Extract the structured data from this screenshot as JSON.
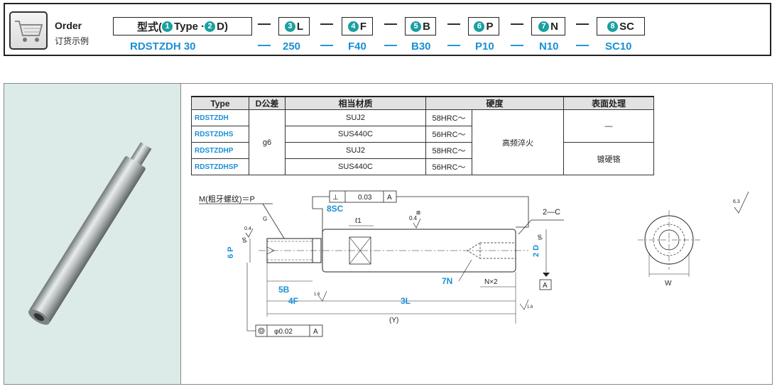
{
  "order": {
    "title": "Order",
    "subtitle": "订货示例",
    "codes": [
      {
        "label": "型式(",
        "circ1": "1",
        "mid": "Type · ",
        "circ2": "2",
        "end": "D)"
      },
      {
        "circ": "3",
        "label": "L"
      },
      {
        "circ": "4",
        "label": "F"
      },
      {
        "circ": "5",
        "label": "B"
      },
      {
        "circ": "6",
        "label": "P"
      },
      {
        "circ": "7",
        "label": "N"
      },
      {
        "circ": "8",
        "label": "SC"
      }
    ],
    "values": [
      "RDSTZDH 30",
      "250",
      "F40",
      "B30",
      "P10",
      "N10",
      "SC10"
    ],
    "dash": "—"
  },
  "table": {
    "headers": [
      "Type",
      "D公差",
      "相当材质",
      "硬度",
      "表面处理"
    ],
    "rows": [
      {
        "type": "RDSTZDH",
        "material": "SUJ2",
        "hrc": "58HRC～"
      },
      {
        "type": "RDSTZDHS",
        "material": "SUS440C",
        "hrc": "56HRC～"
      },
      {
        "type": "RDSTZDHP",
        "material": "SUJ2",
        "hrc": "58HRC～"
      },
      {
        "type": "RDSTZDHSP",
        "material": "SUS440C",
        "hrc": "56HRC～"
      }
    ],
    "tolerance": "g6",
    "hardening": "高频淬火",
    "surface_none": "—",
    "surface_plated": "镀硬铬"
  },
  "drawing": {
    "thread_label": "M(粗牙螺纹)＝P",
    "perp_symbol": "⊥",
    "perp_value": "0.03",
    "datum": "A",
    "conc_value": "φ0.02",
    "chamfer": "2—C",
    "sc_label": "8SC",
    "l1_label": "ℓ1",
    "rough_04": "0.4",
    "grind_mark": "磨",
    "g_label": "G",
    "p_label": "6 P",
    "pg6": "g6",
    "d_label": "2 D",
    "dg6": "g6",
    "b_label": "5B",
    "f_label": "4F",
    "n_label": "7N",
    "l_label": "3L",
    "nx2": "N×2",
    "y_label": "(Y)",
    "rough_16": "1.6",
    "rough_63": "6.3",
    "w_label": "W"
  },
  "colors": {
    "accent_teal": "#1a9fa0",
    "accent_blue": "#1a8fd6",
    "photo_bg": "#dcebe8"
  }
}
